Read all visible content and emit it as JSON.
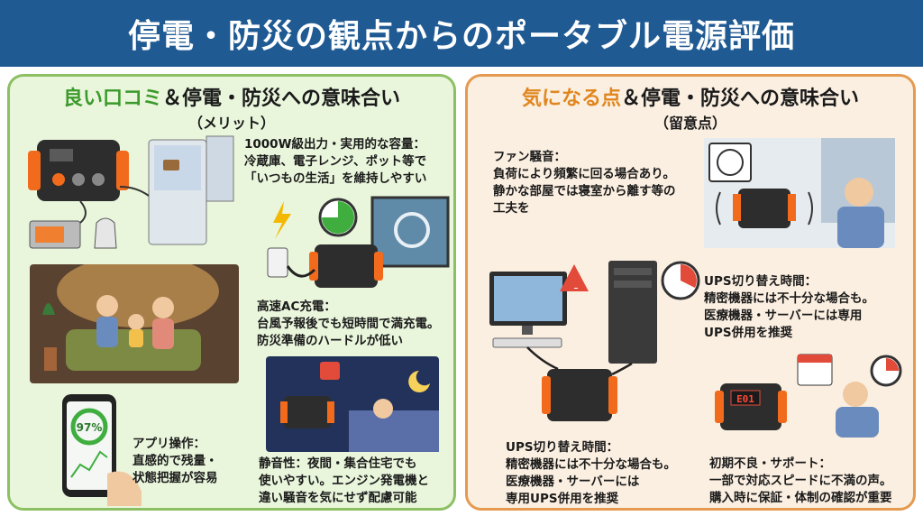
{
  "header": {
    "title": "停電・防災の観点からのポータブル電源評価"
  },
  "left_panel": {
    "title_accent": "良い口コミ",
    "title_rest": "＆停電・防災への意味合い",
    "subtitle": "（メリット）",
    "points": [
      {
        "heading": "1000W級出力・実用的な容量：",
        "lines": [
          "冷蔵庫、電子レンジ、ポット等で",
          "「いつもの生活」を維持しやすい"
        ]
      },
      {
        "heading": "高速AC充電：",
        "lines": [
          "台風予報後でも短時間で満充電。",
          "防災準備のハードルが低い"
        ]
      },
      {
        "heading": "アプリ操作：",
        "lines": [
          "直感的で残量・",
          "状態把握が容易"
        ]
      },
      {
        "heading": "静音性：夜間・集合住宅でも",
        "lines": [
          "使いやすい。エンジン発電機と",
          "違い騒音を気にせず配慮可能"
        ]
      }
    ],
    "phone_percent": "97%"
  },
  "right_panel": {
    "title_accent": "気になる点",
    "title_rest": "＆停電・防災への意味合い",
    "subtitle": "（留意点）",
    "points": [
      {
        "heading": "ファン騒音：",
        "lines": [
          "負荷により頻繁に回る場合あり。",
          "静かな部屋では寝室から離す等の",
          "工夫を"
        ]
      },
      {
        "heading": "UPS切り替え時間：",
        "lines": [
          "精密機器には不十分な場合も。",
          "医療機器・サーバーには専用",
          "UPS併用を推奨"
        ]
      },
      {
        "heading": "UPS切り替え時間：",
        "lines": [
          "精密機器には不十分な場合も。",
          "医療機器・サーバーには",
          "専用UPS併用を推奨"
        ]
      },
      {
        "heading": "初期不良・サポート：",
        "lines": [
          "一部で対応スピードに不満の声。",
          "購入時に保証・体制の確認が重要"
        ]
      }
    ],
    "error_code": "E01"
  },
  "colors": {
    "header": "#1f5a93",
    "green": "#3c9a2c",
    "orange": "#e0861f",
    "device": "#f26b1d"
  }
}
